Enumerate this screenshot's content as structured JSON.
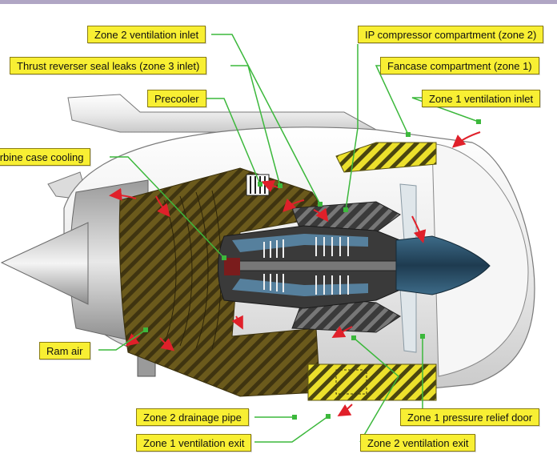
{
  "labels": {
    "zone2_ventilation_inlet": "Zone 2 ventilation inlet",
    "ip_compressor_compartment": "IP compressor compartment (zone 2)",
    "thrust_reverser_seal_leaks": "Thrust reverser seal leaks (zone 3 inlet)",
    "fancase_compartment": "Fancase compartment (zone 1)",
    "precooler": "Precooler",
    "zone1_ventilation_inlet": "Zone 1 ventilation inlet",
    "turbine_case_cooling": "Turbine case cooling",
    "ram_air": "Ram air",
    "zone2_drainage_pipe": "Zone 2 drainage pipe",
    "zone1_pressure_relief_door": "Zone 1 pressure relief door",
    "zone1_ventilation_exit": "Zone 1 ventilation exit",
    "zone2_ventilation_exit": "Zone 2 ventilation exit"
  },
  "colors": {
    "label_fill": "#f8ef33",
    "leader_line": "#3cb83c",
    "airflow_arrow": "#e0202a",
    "zone2_fill": "#6b5a1c",
    "zone1_fill": "#e8dc2a",
    "core_dark": "#2e2e2e",
    "spinner": "#2a4e66",
    "cowl": "#efefef"
  }
}
